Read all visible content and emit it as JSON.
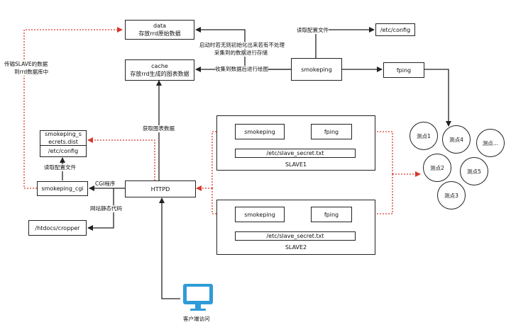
{
  "nodes": {
    "data": {
      "line1": "data",
      "line2": "存放rrd原始数据"
    },
    "cache": {
      "line1": "cache",
      "line2": "存放rrd生成的图表数据"
    },
    "smokeping": "smokeping",
    "etc_config_top": "/etc/config",
    "fping": "fping",
    "secrets": "smokeping_s ecrets.dist",
    "etc_config_left": "/etc/config",
    "smokeping_cgi": "smokeping_cgi",
    "httpd": "HTTPD",
    "htdocs": "/htdocs/cropper"
  },
  "slaves": [
    {
      "smokeping": "smokeping",
      "fping": "fping",
      "secret": "/etc/slave_secret.txt",
      "label": "SLAVE1"
    },
    {
      "smokeping": "smokeping",
      "fping": "fping",
      "secret": "/etc/slave_secret.txt",
      "label": "SLAVE2"
    }
  ],
  "probes": [
    "测点1",
    "测点4",
    "测点…",
    "测点2",
    "测点5",
    "测点3"
  ],
  "edge_labels": {
    "read_config_top": "读取配置文件",
    "init_line1": "启动时若无则初始化出来若有不处理",
    "init_line2": "采集到的数据进行存储",
    "collect": "收集到数据后进行绘图",
    "fetch_chart": "获取图表数据",
    "transfer_line1": "传输SLAVE的数据",
    "transfer_line2": "到rrd数据库中",
    "read_config_left": "读取配置文件",
    "cgi": "CGI程序",
    "static_code": "网站静态代码",
    "client": "客户端访问"
  },
  "colors": {
    "red_dotted": "#d9372b",
    "line": "#222222",
    "monitor": "#2f9bd8"
  },
  "icons": {
    "client": "monitor-icon"
  }
}
